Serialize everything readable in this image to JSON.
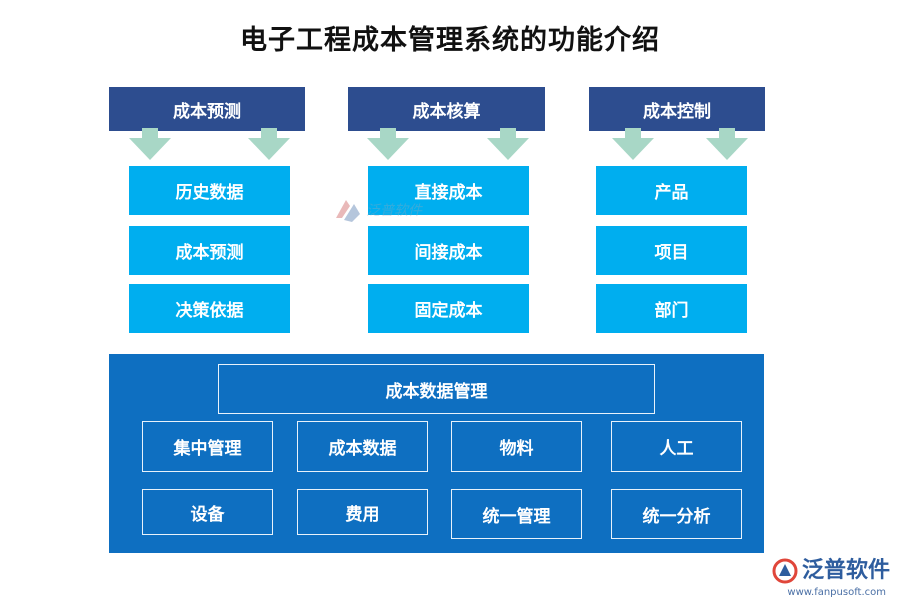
{
  "title": "电子工程成本管理系统的功能介绍",
  "columns": [
    {
      "header": "成本预测",
      "items": [
        "历史数据",
        "成本预测",
        "决策依据"
      ]
    },
    {
      "header": "成本核算",
      "items": [
        "直接成本",
        "间接成本",
        "固定成本"
      ]
    },
    {
      "header": "成本控制",
      "items": [
        "产品",
        "项目",
        "部门"
      ]
    }
  ],
  "panel": {
    "title": "成本数据管理",
    "row1": [
      "集中管理",
      "成本数据",
      "物料",
      "人工"
    ],
    "row2": [
      "设备",
      "费用",
      "统一管理",
      "统一分析"
    ]
  },
  "watermark": "泛普软件",
  "logo": {
    "name": "泛普软件",
    "url": "www.fanpusoft.com"
  },
  "colors": {
    "header_bg": "#2d4d8f",
    "item_bg": "#00aeef",
    "panel_bg": "#0e6fc1",
    "arrow": "#a8d7c6"
  }
}
